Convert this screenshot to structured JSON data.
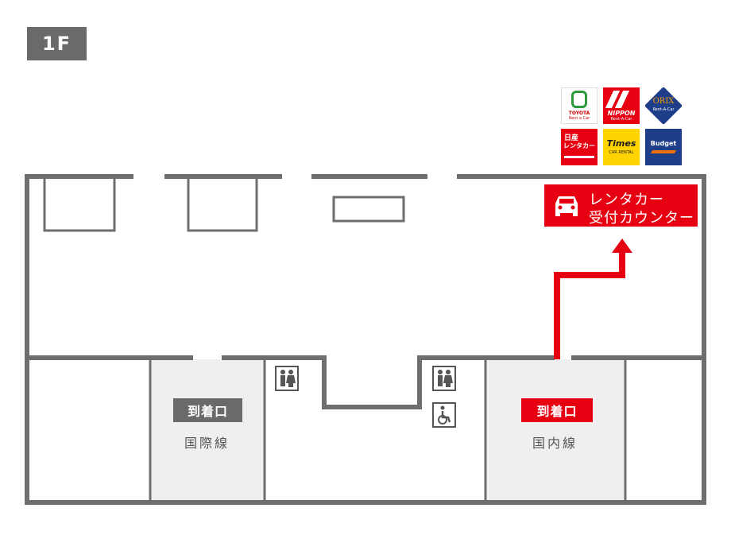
{
  "floor": {
    "label": "1F"
  },
  "colors": {
    "wall": "#6e6e6e",
    "accent_red": "#e60012",
    "gate_gray": "#6a6a6a",
    "hall_fill": "#efefef"
  },
  "rental_logos": [
    {
      "name": "toyota",
      "line1": "TOYOTA",
      "line2": "Rent a Car",
      "bg": "#ffffff",
      "fg": "#2a9a3a"
    },
    {
      "name": "nippon",
      "line1": "NIPPON",
      "line2": "Rent-A-Car",
      "bg": "#e60012",
      "fg": "#ffffff"
    },
    {
      "name": "orix",
      "line1": "ORIX",
      "line2": "Rent-A-Car",
      "bg": "#ffffff",
      "fg": "#f0a000"
    },
    {
      "name": "nissan",
      "line1": "日産",
      "line2": "レンタカー",
      "bg": "#e60012",
      "fg": "#ffffff"
    },
    {
      "name": "times",
      "line1": "Times",
      "line2": "CAR RENTAL",
      "bg": "#ffd400",
      "fg": "#1a1a1a"
    },
    {
      "name": "budget",
      "line1": "Budget",
      "line2": "",
      "bg": "#1f3e8a",
      "fg": "#ffffff"
    }
  ],
  "counter": {
    "icon": "car-icon",
    "line1": "レンタカー",
    "line2": "受付カウンター"
  },
  "gates": {
    "international": {
      "label": "到着口",
      "sub": "国際線"
    },
    "domestic": {
      "label": "到着口",
      "sub": "国内線"
    }
  },
  "icons": {
    "restroom": "restroom-icon",
    "accessible": "wheelchair-icon",
    "arrow": "route-arrow"
  }
}
